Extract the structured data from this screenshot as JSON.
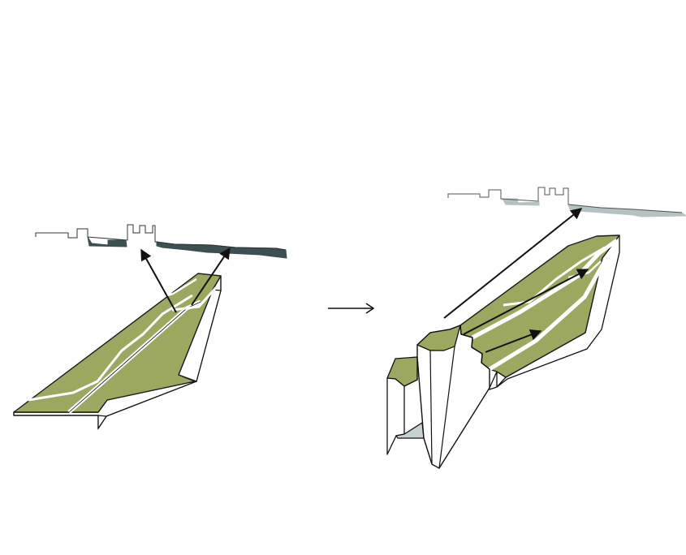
{
  "diagram": {
    "colors": {
      "terrain": "#9ca860",
      "terrain_stroke": "#1a1a1a",
      "block_face": "#ffffff",
      "skyline_dark": "#3c4f52",
      "skyline_light": "#b4c2c2",
      "inner_shadow": "#c7d1d2",
      "arrow": "#111111"
    },
    "panels": [
      {
        "id": "existing",
        "skyline_fill": "dark"
      },
      {
        "id": "proposed",
        "skyline_fill": "light"
      }
    ],
    "transition_arrow": "→"
  }
}
